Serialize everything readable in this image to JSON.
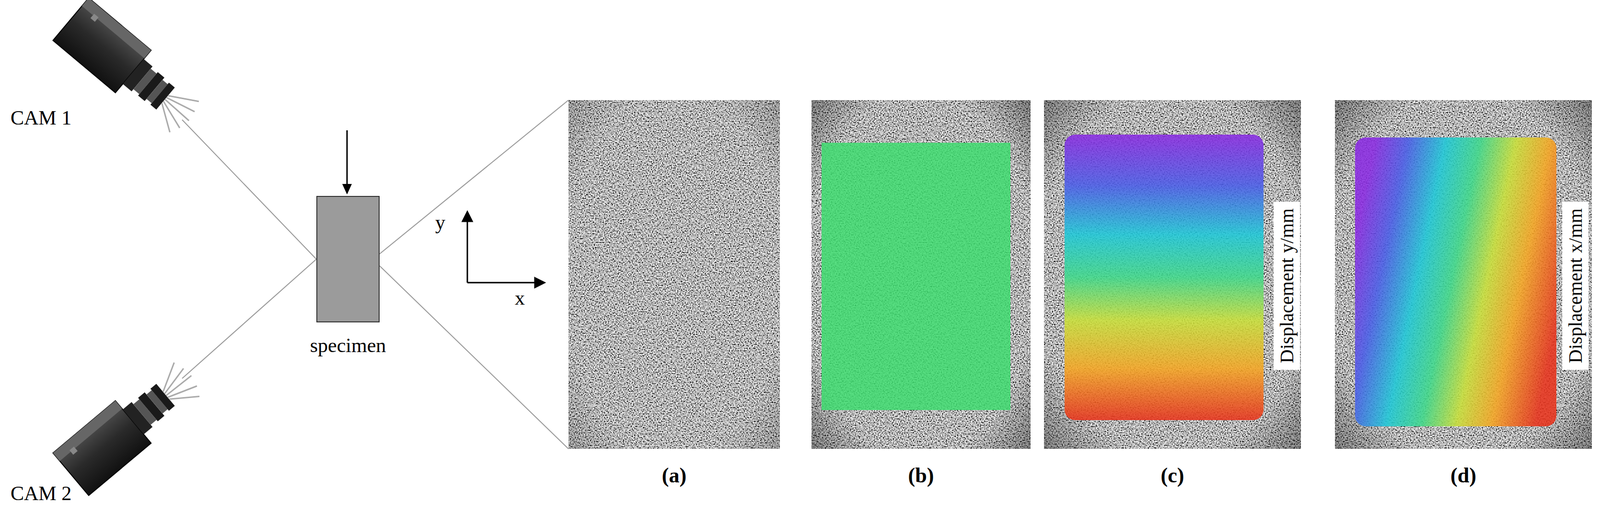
{
  "diagram": {
    "nodes": [
      {
        "text": [
          "specimen"
        ]
      },
      {
        "text": [
          "(a)"
        ]
      },
      {
        "text": [
          "(b)"
        ]
      },
      {
        "text": [
          "Displacement y/mm",
          "(c)"
        ]
      },
      {
        "text": [
          "Displacement x/mm",
          "(d)"
        ]
      }
    ],
    "labels": [
      "CAM 1",
      "CAM 2",
      "y",
      "x"
    ]
  }
}
